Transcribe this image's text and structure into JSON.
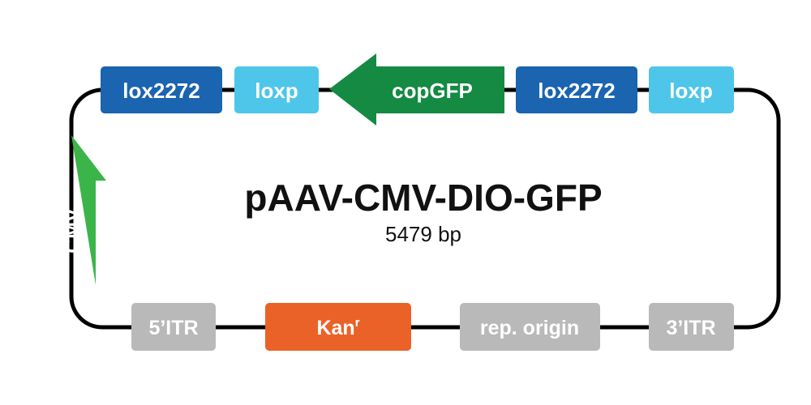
{
  "plasmid": {
    "name": "pAAV-CMV-DIO-GFP",
    "size": "5479 bp"
  },
  "features": {
    "lox2272_left": {
      "label": "lox2272",
      "color": "#1a64b0"
    },
    "loxp_left": {
      "label": "loxp",
      "color": "#4ec6ea"
    },
    "copgfp": {
      "label": "copGFP",
      "color": "#148a42",
      "direction": "left"
    },
    "lox2272_right": {
      "label": "lox2272",
      "color": "#1a64b0"
    },
    "loxp_right": {
      "label": "loxp",
      "color": "#4ec6ea"
    },
    "cmv": {
      "label": "CMV",
      "color": "#3bb54a",
      "direction": "up"
    },
    "itr5": {
      "label": "5’ITR",
      "color": "#b9b9b9"
    },
    "kanr": {
      "label": "Kan",
      "superscript": "r",
      "color": "#eb6228"
    },
    "rep_origin": {
      "label": "rep. origin",
      "color": "#b9b9b9"
    },
    "itr3": {
      "label": "3’ITR",
      "color": "#b9b9b9"
    }
  },
  "colors": {
    "backbone": "#000000",
    "text_on_feature": "#ffffff",
    "title": "#111111"
  }
}
